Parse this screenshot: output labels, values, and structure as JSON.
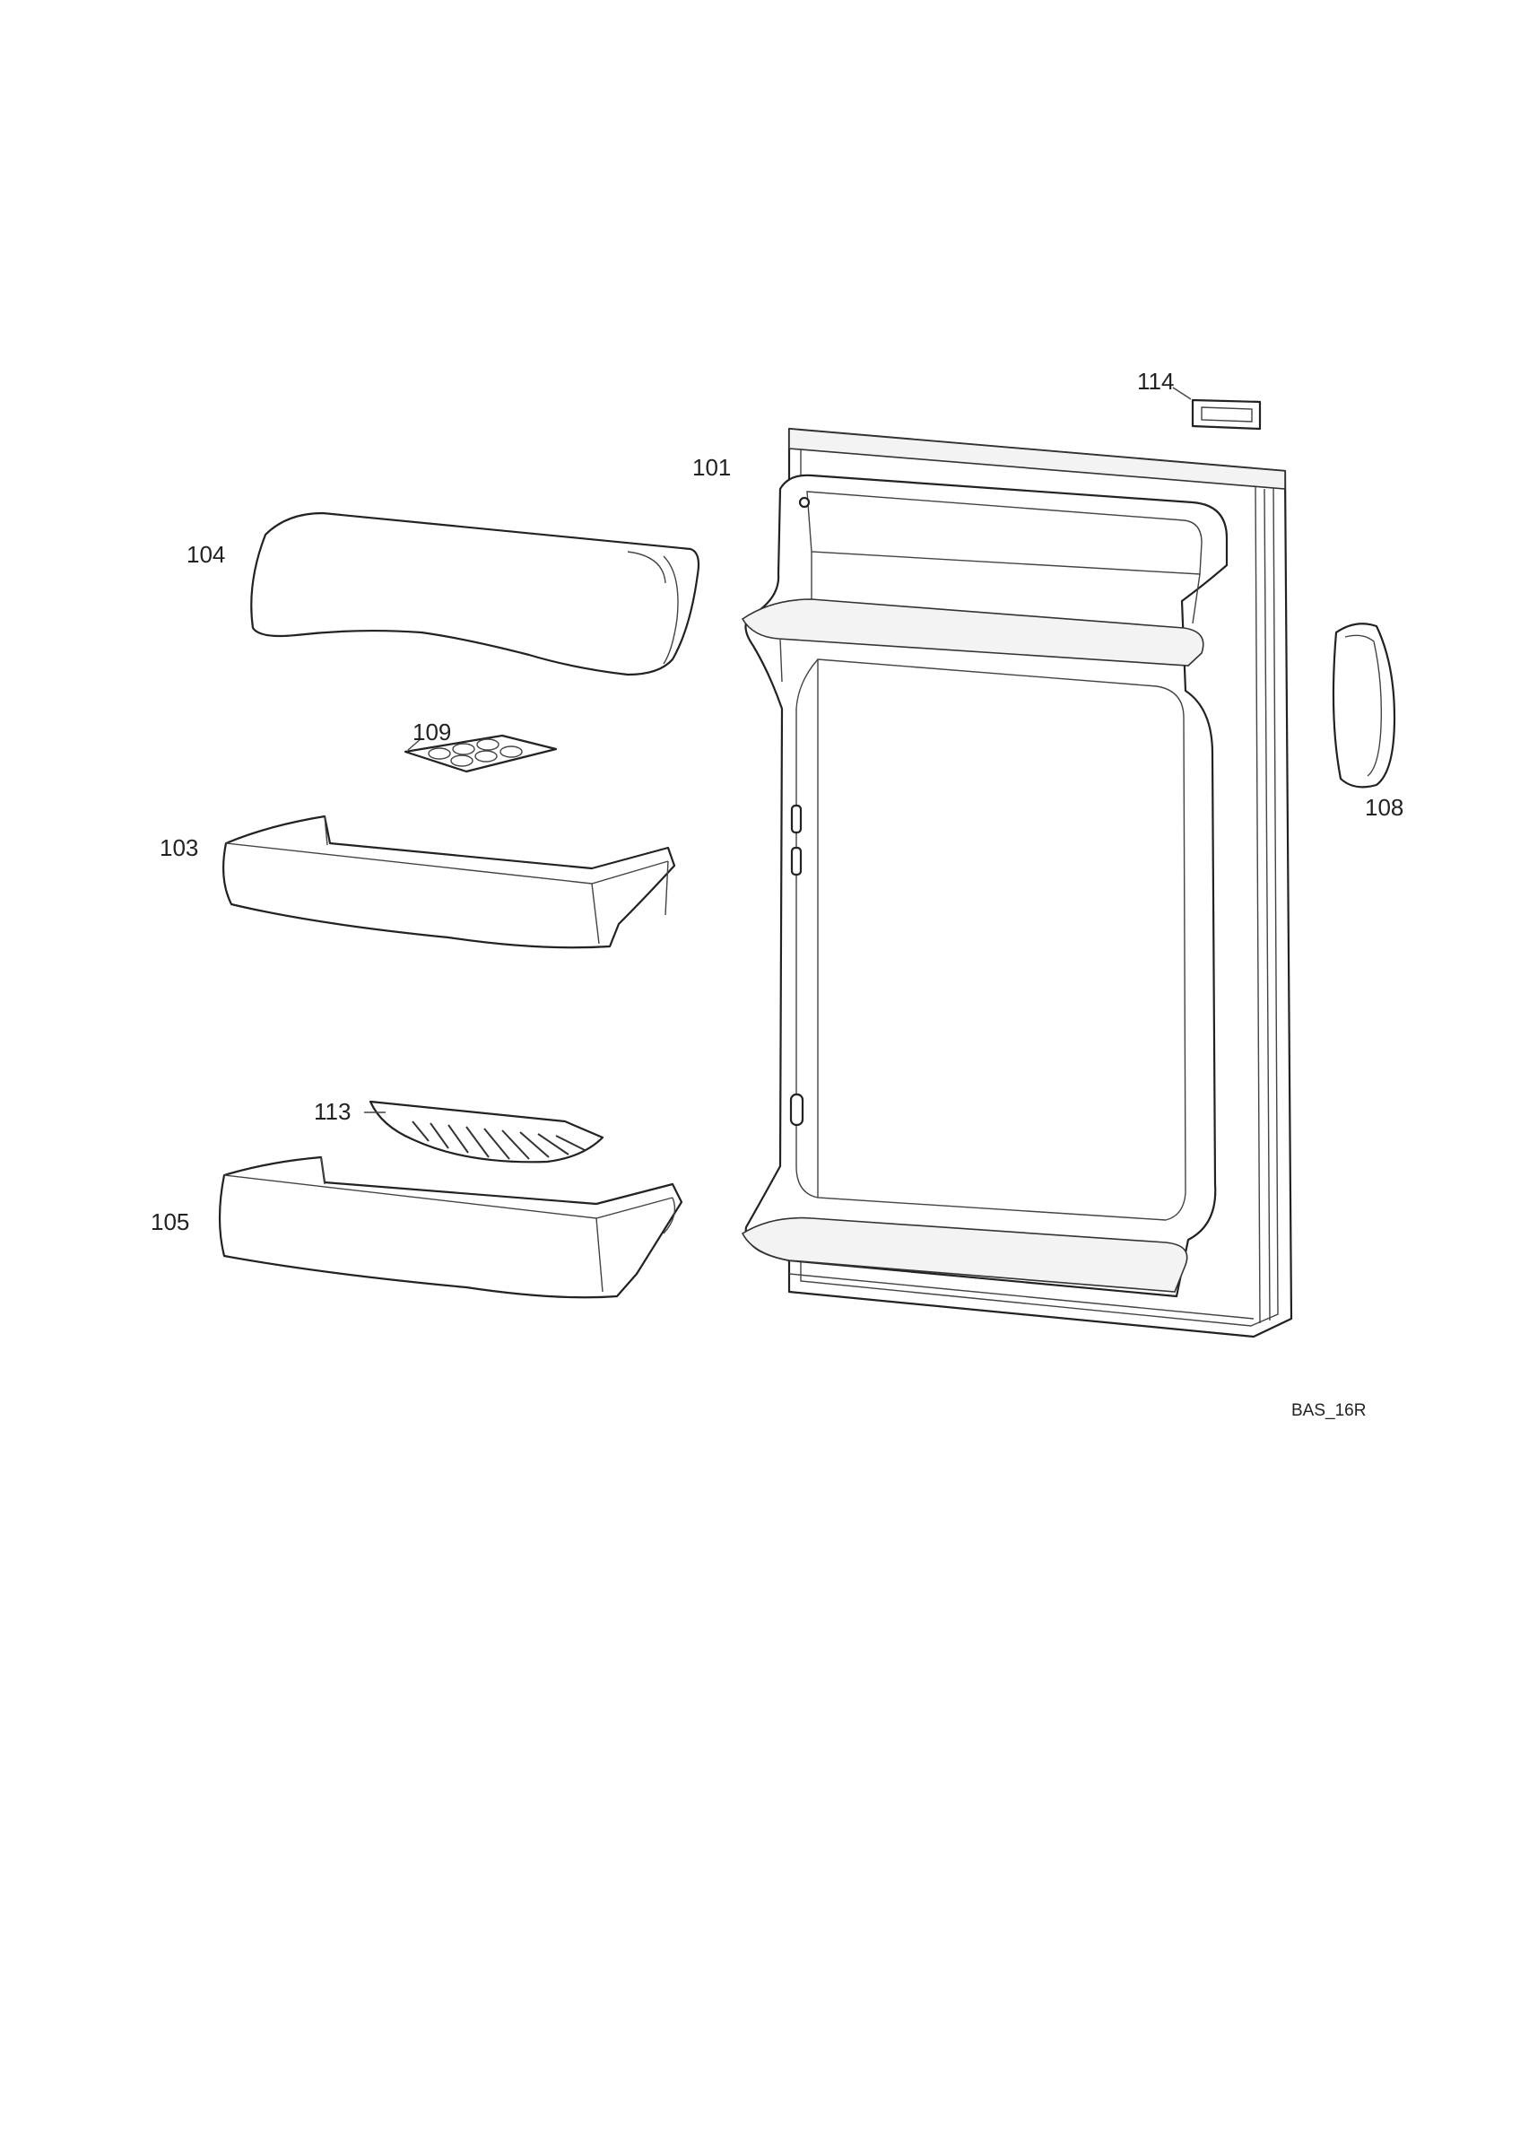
{
  "parts": [
    {
      "id": "114",
      "label": "114"
    },
    {
      "id": "101",
      "label": "101"
    },
    {
      "id": "104",
      "label": "104"
    },
    {
      "id": "109",
      "label": "109"
    },
    {
      "id": "103",
      "label": "103"
    },
    {
      "id": "108",
      "label": "108"
    },
    {
      "id": "113",
      "label": "113"
    },
    {
      "id": "105",
      "label": "105"
    }
  ],
  "drawing_code": "BAS_16R"
}
